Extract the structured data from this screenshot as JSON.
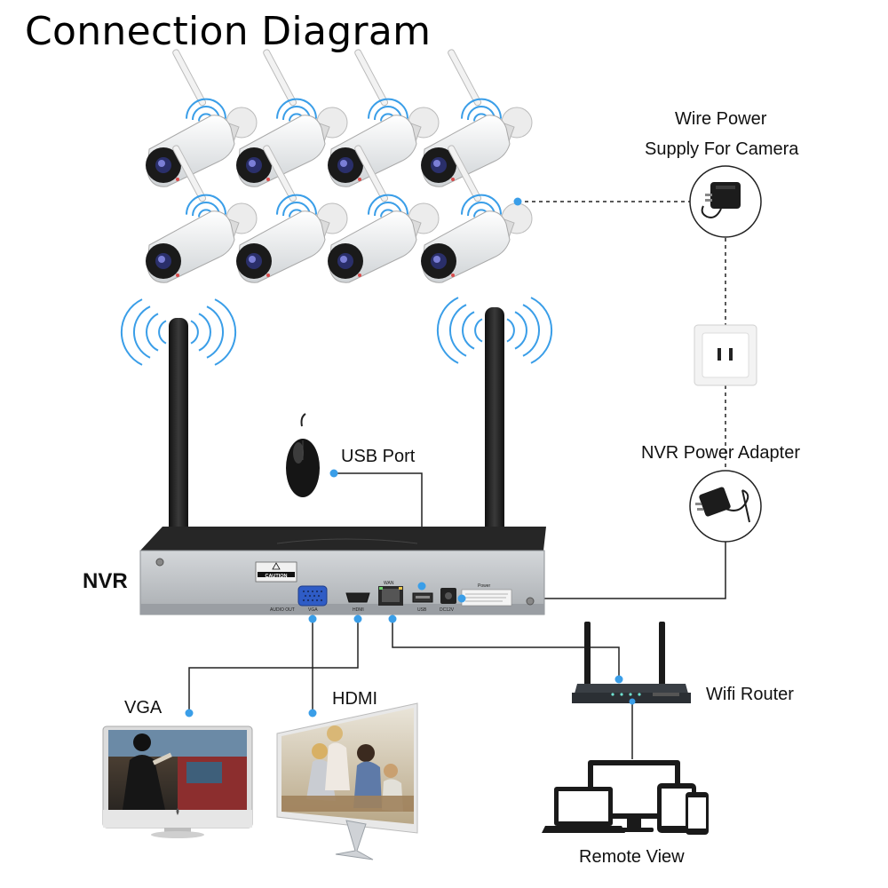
{
  "title": "Connection Diagram",
  "labels": {
    "wire_power_line1": "Wire Power",
    "wire_power_line2": "Supply For Camera",
    "usb_port": "USB Port",
    "nvr": "NVR",
    "nvr_power_adapter": "NVR Power Adapter",
    "wifi_router": "Wifi Router",
    "vga": "VGA",
    "hdmi": "HDMI",
    "remote_view": "Remote View"
  },
  "nvr_panel": {
    "caution": "CAUTION",
    "audio_out": "AUDIO OUT",
    "vga_port": "VGA",
    "hdmi_port": "HDMI",
    "wan_port": "WAN",
    "usb_port": "USB",
    "dc_port": "DC12V",
    "power_label": "Power"
  },
  "cameras": {
    "rows": 2,
    "per_row": 4
  },
  "colors": {
    "connector_dot": "#3a9ee8",
    "wifi_wave": "#3a9ee8",
    "line": "#222222",
    "nvr_body": "#bfc3c7",
    "nvr_top": "#2a2a2a"
  }
}
